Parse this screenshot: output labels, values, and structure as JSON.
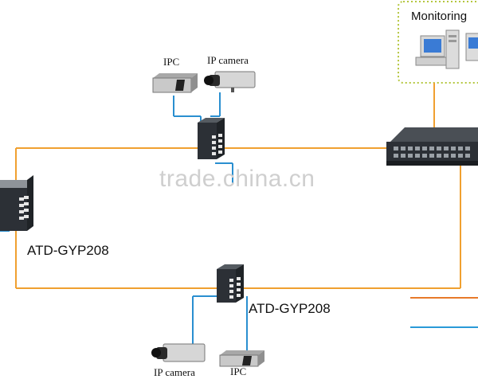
{
  "labels": {
    "monitoring": "Monitoring",
    "top_ipc": "IPC",
    "top_camera": "IP camera",
    "left_switch": "ATD-GYP208",
    "bottom_switch": "ATD-GYP208",
    "bottom_camera": "IP camera",
    "bottom_ipc": "IPC",
    "watermark": "trade.china.cn"
  },
  "colors": {
    "fiber": "#f0a030",
    "ethernet": "#2a8fd0",
    "legend_fiber": "#e87a2a",
    "legend_ethernet": "#2a9ad8",
    "monitor_border": "#b4c63e",
    "switch_body": "#2c3036"
  },
  "icons": [
    "ipc-device-icon",
    "ip-camera-icon",
    "industrial-switch-icon",
    "rack-switch-icon",
    "workstation-icon"
  ]
}
